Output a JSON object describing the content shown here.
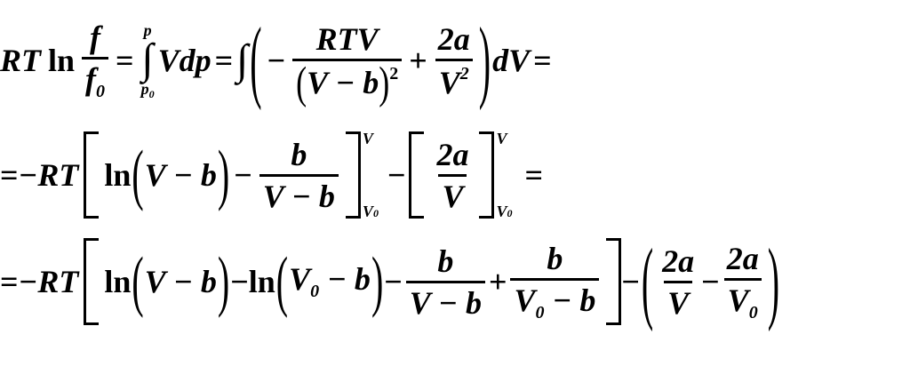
{
  "line1": {
    "RT": "RT",
    "ln": "ln",
    "f": "f",
    "f0_base": "f",
    "f0_sub": "0",
    "eq": "=",
    "int_upper": "p",
    "int_lower_base": "p",
    "int_lower_sub": "0",
    "int_symbol": "∫",
    "Vdp": "Vdp",
    "eq2": "=",
    "int2_symbol": "∫",
    "minus": "−",
    "RTV": "RTV",
    "V_minus_b": "V − b",
    "sq": "2",
    "plus": "+",
    "two_a": "2a",
    "V": "V",
    "V2_exp": "2",
    "dV": "dV",
    "eq3": "="
  },
  "line2": {
    "eq": "=",
    "minus_RT": "−RT",
    "ln": "ln",
    "V_minus_b": "V − b",
    "minus": "−",
    "b": "b",
    "V_minus_b_den": "V − b",
    "upper": "V",
    "lower_base": "V",
    "lower_sub": "0",
    "minus2": "−",
    "two_a": "2a",
    "V": "V",
    "upper2": "V",
    "lower2_base": "V",
    "lower2_sub": "0",
    "eq2": "="
  },
  "line3": {
    "eq": "=",
    "minus_RT": "−RT",
    "ln1": "ln",
    "V_minus_b": "V − b",
    "minus1": "−",
    "ln2": "ln",
    "V0": "V",
    "V0_sub": "0",
    "minus_b": " − b",
    "minus2": "−",
    "b1": "b",
    "den1": "V − b",
    "plus": "+",
    "b2": "b",
    "den2_V": "V",
    "den2_sub": "0",
    "den2_rest": " − b",
    "minus3": "−",
    "two_a1": "2a",
    "V1": "V",
    "minus4": "−",
    "two_a2": "2a",
    "V2": "V",
    "V2_sub": "0"
  }
}
